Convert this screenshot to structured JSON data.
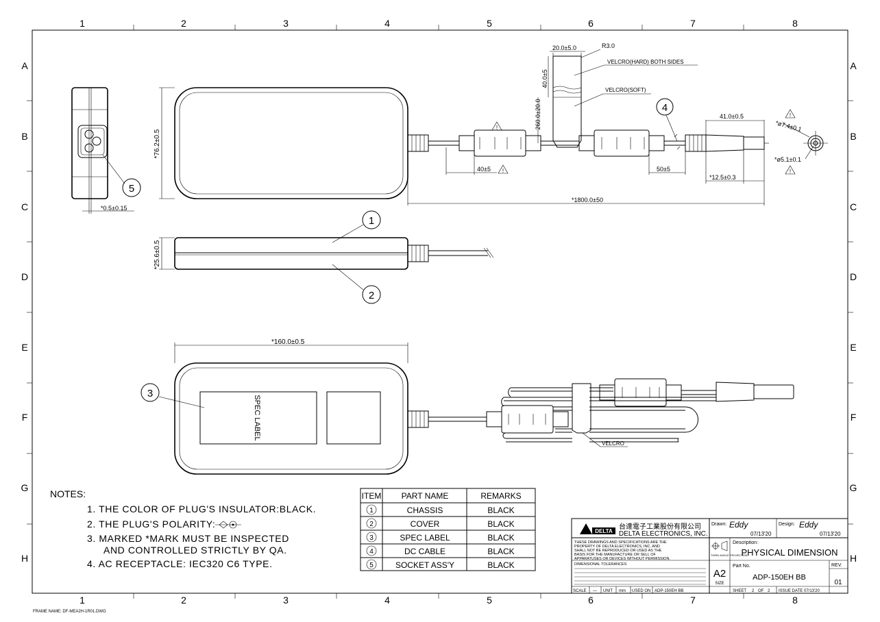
{
  "frame": {
    "col_labels": [
      "1",
      "2",
      "3",
      "4",
      "5",
      "6",
      "7",
      "8"
    ],
    "row_labels": [
      "A",
      "B",
      "C",
      "D",
      "E",
      "F",
      "G",
      "H"
    ],
    "frame_name": "FRAME NAME; DF-MEA2H-1R01.DWG"
  },
  "dims": {
    "height_76": "*76.2±0.5",
    "thick_05": "*0.5±0.15",
    "thick_256": "*25.6±0.5",
    "width_160": "*160.0±0.5",
    "velcro_w": "20.0±5.0",
    "r3": "R3.0",
    "velcro_h": "40.0±5",
    "velcro_pos": "260.0±20.0",
    "velcro_hard": "VELCRO(HARD) BOTH SIDES",
    "velcro_soft": "VELCRO(SOFT)",
    "d41": "41.0±0.5",
    "d40": "40±5",
    "d50": "50±5",
    "d125": "*12.5±0.3",
    "d1800": "*1800.0±50",
    "phi74": "*ø7.4±0.1",
    "phi51": "*ø5.1±0.1",
    "spec_label": "SPEC LABEL",
    "velcro": "VELCRO",
    "warn": "!"
  },
  "balloons": [
    "1",
    "2",
    "3",
    "4",
    "5"
  ],
  "notes": {
    "title": "NOTES:",
    "items": [
      "1. THE COLOR OF PLUG'S INSULATOR:BLACK.",
      "2. THE PLUG'S POLARITY:",
      "3. MARKED *MARK MUST BE INSPECTED",
      "AND CONTROLLED STRICTLY BY QA.",
      "4. AC RECEPTACLE: IEC320 C6 TYPE."
    ]
  },
  "bom": {
    "headers": [
      "ITEM",
      "PART NAME",
      "REMARKS"
    ],
    "rows": [
      {
        "item": "1",
        "name": "CHASSIS",
        "remark": "BLACK"
      },
      {
        "item": "2",
        "name": "COVER",
        "remark": "BLACK"
      },
      {
        "item": "3",
        "name": "SPEC LABEL",
        "remark": "BLACK"
      },
      {
        "item": "4",
        "name": "DC CABLE",
        "remark": "BLACK"
      },
      {
        "item": "5",
        "name": "SOCKET ASS'Y",
        "remark": "BLACK"
      }
    ]
  },
  "title_block": {
    "company_cn": "台達電子工業股份有限公司",
    "company_en": "DELTA ELECTRONICS, INC.",
    "logo": "DELTA",
    "disclaimer": [
      "THESE DRAWINGS AND SPECIFICATIONS ARE THE",
      "PROPERTY OF DELTA ELECTRONICS, INC. AND",
      "SHALL NOT BE REPRODUCED OR USED AS THE",
      "BASIS FOR THE MANUFACTURE OR SELL OF",
      "APPARATUSES OR DEVICES WITHOUT PERMISSION."
    ],
    "tolerance_title": "DIMENSIONAL TOLERANCES",
    "drawn_label": "Drawn:",
    "drawn_by": "Eddy",
    "drawn_date": "07/13'20",
    "design_label": "Design:",
    "design_by": "Eddy",
    "design_date": "07/13'20",
    "projection": "THIRD ANGLE PROJECTION",
    "description_label": "Description:",
    "description": "PHYSICAL DIMENSION",
    "part_no_label": "Part No.",
    "part_no": "ADP-150EH BB",
    "rev_label": "REV.",
    "rev": "01",
    "size": "A2",
    "size_label": "SIZE",
    "scale_label": "SCALE",
    "scale": "—",
    "unit_label": "UNIT",
    "unit": "mm",
    "used_on_label": "USED ON",
    "used_on": "ADP-150EH BB",
    "sheet_label": "SHEET",
    "sheet": "2",
    "of_label": "OF",
    "sheets": "2",
    "issue_label": "ISSUE DATE",
    "issue_date": "07/13'20"
  }
}
